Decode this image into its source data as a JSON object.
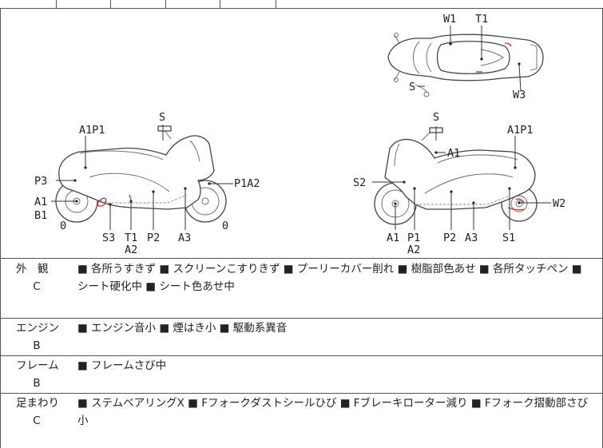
{
  "labels": {
    "top": {
      "w1": "W1",
      "t1": "T1",
      "s": "S",
      "w3": "W3"
    },
    "left": {
      "a1p1": "A1P1",
      "s": "S",
      "p3": "P3",
      "p1a2": "P1A2",
      "a1": "A1",
      "b1": "B1",
      "zero_a": "0",
      "zero_b": "0",
      "s3": "S3",
      "t1": "T1",
      "a2": "A2",
      "p2": "P2",
      "a3": "A3"
    },
    "right": {
      "s": "S",
      "a1p1": "A1P1",
      "a1_top": "A1",
      "s2": "S2",
      "w2": "W2",
      "a1": "A1",
      "p1": "P1",
      "a2": "A2",
      "p2": "P2",
      "a3": "A3",
      "s1": "S1"
    }
  },
  "rows": [
    {
      "name": "外　観",
      "grade": "C",
      "text": "■ 各所うすきず ■ スクリーンこすりきず ■ プーリーカバー削れ ■ 樹脂部色あせ ■ 各所タッチペン ■ シート硬化中 ■ シート色あせ中"
    },
    {
      "name": "エンジン",
      "grade": "B",
      "text": "■ エンジン音小 ■ 煙はき小 ■ 駆動系異音"
    },
    {
      "name": "フレーム",
      "grade": "B",
      "text": "■ フレームさび中"
    },
    {
      "name": "足まわり",
      "grade": "C",
      "text": "■ ステムベアリングX ■ Fフォークダストシールひび ■ Fブレーキローター減り ■ Fフォーク摺動部さび小"
    }
  ]
}
